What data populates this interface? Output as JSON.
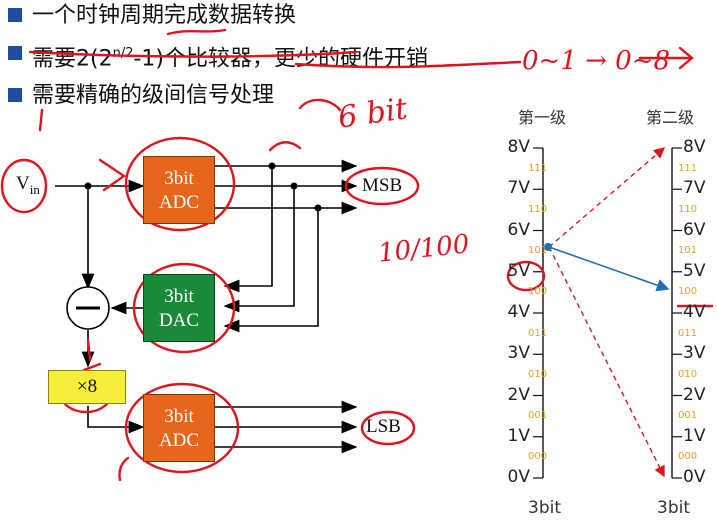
{
  "bullets": [
    {
      "text": "一个时钟周期完成数据转换"
    },
    {
      "pre": "需要2(2",
      "sup": "n/2",
      "post": "-1)个比较器，更少的硬件开销"
    },
    {
      "text": "需要精确的级间信号处理"
    }
  ],
  "diagram": {
    "vin_label": "V",
    "vin_sub": "in",
    "adc1": [
      "3bit",
      "ADC"
    ],
    "dac": [
      "3bit",
      "DAC"
    ],
    "gain": "×8",
    "adc2": [
      "3bit",
      "ADC"
    ],
    "msb": "MSB",
    "lsb": "LSB",
    "colors": {
      "adc": "#e8661a",
      "dac": "#1a8a3a",
      "gain": "#f7ee3a",
      "wire": "#000000",
      "ink": "#e0141e"
    }
  },
  "stages": {
    "stage1": "第一级",
    "stage2": "第二级",
    "left_ticks": [
      "8V",
      "7V",
      "6V",
      "5V",
      "4V",
      "3V",
      "2V",
      "1V",
      "0V"
    ],
    "right_ticks": [
      "8V",
      "7V",
      "6V",
      "5V",
      "4V",
      "3V",
      "2V",
      "1V",
      "0V"
    ],
    "codes_left": [
      "111",
      "110",
      "101",
      "100",
      "011",
      "010",
      "001",
      "000"
    ],
    "codes_right": [
      "111",
      "110",
      "101",
      "100",
      "011",
      "010",
      "001",
      "000"
    ],
    "bits_left": "3bit",
    "bits_right": "3bit"
  },
  "handwriting": {
    "one": "1",
    "six_bit": "6 bit",
    "ratio": "10/100",
    "range": "0~1 → 0~8"
  }
}
